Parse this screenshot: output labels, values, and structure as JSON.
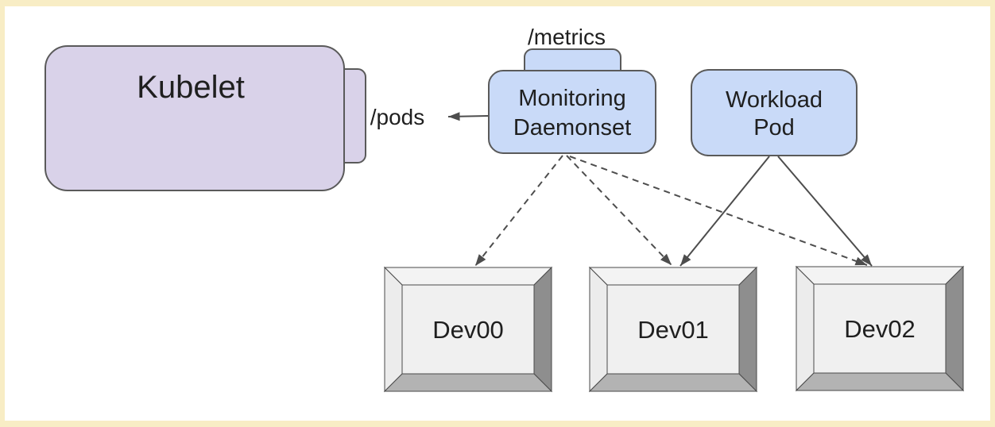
{
  "diagram": {
    "nodes": {
      "kubelet": {
        "label": "Kubelet"
      },
      "monitoring_daemonset": {
        "lines": [
          "Monitoring",
          "Daemonset"
        ],
        "tab_label": "/metrics"
      },
      "workload_pod": {
        "lines": [
          "Workload",
          "Pod"
        ]
      },
      "devices": [
        {
          "label": "Dev00"
        },
        {
          "label": "Dev01"
        },
        {
          "label": "Dev02"
        }
      ]
    },
    "edges": {
      "pods": {
        "label": "/pods",
        "from": "monitoring_daemonset",
        "to": "kubelet",
        "style": "solid"
      },
      "monitoring_to_devices": {
        "from": "monitoring_daemonset",
        "targets": [
          "Dev00",
          "Dev01",
          "Dev02"
        ],
        "style": "dashed"
      },
      "workload_to_devices": {
        "from": "workload_pod",
        "targets": [
          "Dev01",
          "Dev02"
        ],
        "style": "solid"
      }
    },
    "colors": {
      "frame": "#f8edc5",
      "canvas": "#ffffff",
      "lavender": "#d9d2e9",
      "blue": "#c9daf8",
      "line": "#4d4d4d",
      "text": "#1f1f1f",
      "device_face": "#f0f0f0",
      "device_bevel_top": "#f3f3f3",
      "device_bevel_left": "#ececec",
      "device_bevel_right": "#8e8e8e",
      "device_bevel_bottom": "#b3b3b3"
    }
  }
}
